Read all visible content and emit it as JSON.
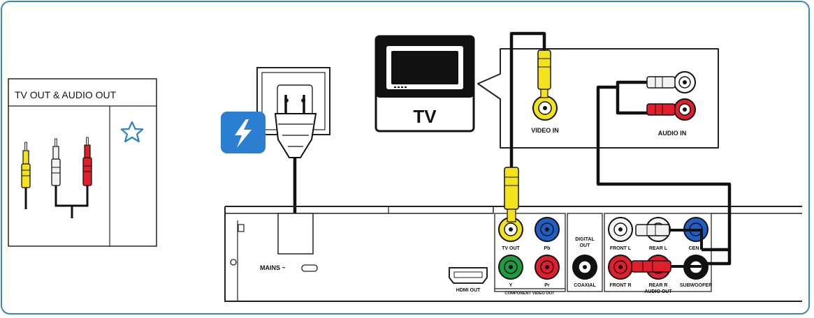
{
  "panel": {
    "title": "TV OUT & AUDIO OUT"
  },
  "tv": {
    "label": "TV",
    "video_in": "VIDEO IN",
    "audio_in": "AUDIO IN"
  },
  "player": {
    "mains": "MAINS ~",
    "hdmi_out": "HDMI OUT",
    "tv_out": "TV OUT",
    "pb": "Pb",
    "y": "Y",
    "pr": "Pr",
    "component_video_out": "COMPONENT VIDEO OUT",
    "digital_out_1": "DIGITAL",
    "digital_out_2": "OUT",
    "coaxial": "COAXIAL",
    "front_l": "FRONT L",
    "rear_l": "REAR L",
    "center": "CEN",
    "front_r": "FRONT R",
    "rear_r": "REAR R",
    "audio_out": "AUDIO OUT",
    "subwoofer": "SUBWOOFER"
  },
  "colors": {
    "border": "#3a87b8",
    "yellow": "#f4e21a",
    "red": "#e01f2d",
    "white": "#f2f2f2",
    "green": "#1f9a43",
    "blue": "#1f5fc4",
    "power_badge": "#2b7fd0",
    "star": "#2b7fd0"
  }
}
